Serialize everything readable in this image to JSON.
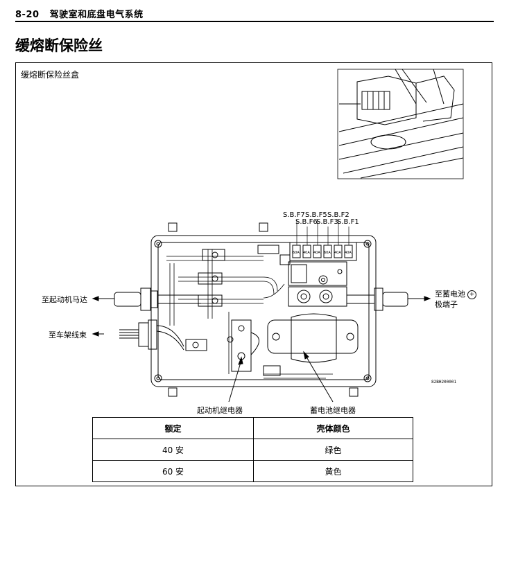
{
  "header": {
    "page_ref": "8-20",
    "chapter": "驾驶室和底盘电气系统"
  },
  "section_title": "缓熔断保险丝",
  "figure": {
    "box_title": "缓熔断保险丝盒",
    "fuse_labels": [
      "S.B.F7",
      "S.B.F6",
      "S.B.F5",
      "S.B.F3",
      "S.B.F2",
      "S.B.F1"
    ],
    "fuse_ratings": [
      "60A",
      "40A",
      "40A",
      "60A",
      "40A",
      "40A"
    ],
    "left_labels": [
      "至起动机马达",
      "至车架线束"
    ],
    "right_label_line1": "至蓄电池",
    "right_label_line2": "极端子",
    "plus_symbol": "+",
    "bottom_labels": [
      "起动机继电器",
      "蓄电池继电器"
    ],
    "ref_code": "82BH200001"
  },
  "table": {
    "headers": [
      "额定",
      "壳体颜色"
    ],
    "rows": [
      [
        "40 安",
        "绿色"
      ],
      [
        "60 安",
        "黄色"
      ]
    ]
  }
}
